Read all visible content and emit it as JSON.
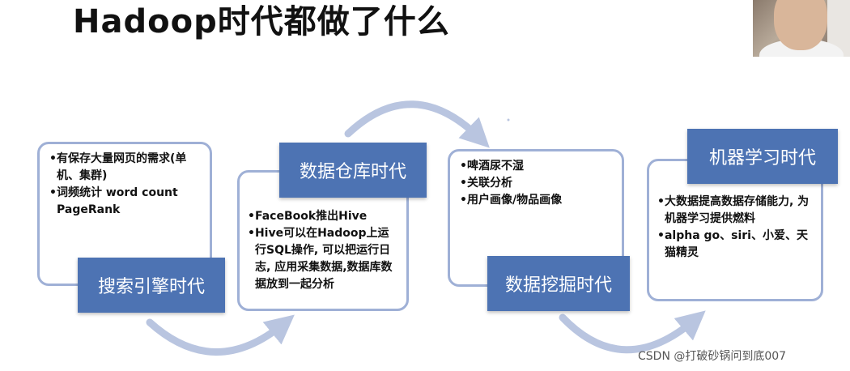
{
  "slide": {
    "title": "Hadoop时代都做了什么"
  },
  "stages": [
    {
      "label": "搜索引擎时代",
      "bullets": [
        "有保存大量网页的需求(单机、集群)",
        "词频统计 word count PageRank"
      ]
    },
    {
      "label": "数据仓库时代",
      "bullets": [
        "FaceBook推出Hive",
        "Hive可以在Hadoop上运行SQL操作, 可以把运行日志, 应用采集数据,数据库数据放到一起分析"
      ]
    },
    {
      "label": "数据挖掘时代",
      "bullets": [
        "啤酒尿不湿",
        "关联分析",
        "用户画像/物品画像"
      ]
    },
    {
      "label": "机器学习时代",
      "bullets": [
        "大数据提高数据存储能力, 为机器学习提供燃料",
        "alpha go、siri、小爱、天猫精灵"
      ]
    }
  ],
  "watermark": "CSDN @打破砂锅问到底007",
  "colors": {
    "label_fill": "#4d73b3",
    "card_border": "#9fb0d6",
    "arrow": "#b9c5e0"
  }
}
